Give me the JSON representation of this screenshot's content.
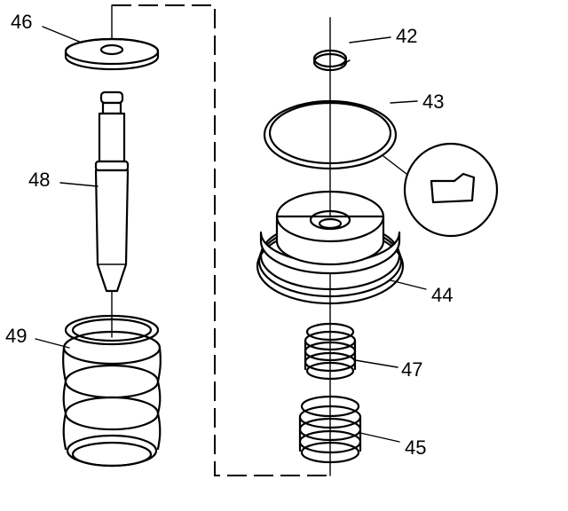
{
  "colors": {
    "ink": "#000000",
    "paper": "#ffffff"
  },
  "callouts": {
    "c42": "42",
    "c43": "43",
    "c44": "44",
    "c45": "45",
    "c46": "46",
    "c47": "47",
    "c48": "48",
    "c49": "49"
  },
  "parts": [
    {
      "id": "42",
      "name": "retaining-ring-icon"
    },
    {
      "id": "43",
      "name": "o-ring-seal-icon"
    },
    {
      "id": "44",
      "name": "piston-icon"
    },
    {
      "id": "45",
      "name": "lower-small-spring-icon"
    },
    {
      "id": "46",
      "name": "washer-icon"
    },
    {
      "id": "47",
      "name": "upper-small-spring-icon"
    },
    {
      "id": "48",
      "name": "pin-icon"
    },
    {
      "id": "49",
      "name": "large-spring-icon"
    }
  ]
}
